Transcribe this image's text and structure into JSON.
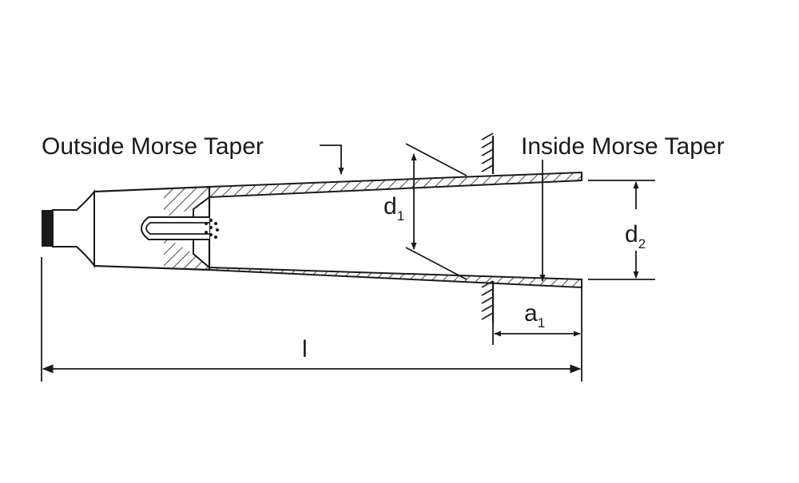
{
  "labels": {
    "outside_taper": "Outside Morse Taper",
    "inside_taper": "Inside Morse Taper"
  },
  "dimensions": {
    "d1": {
      "main": "d",
      "sub": "1"
    },
    "d2": {
      "main": "d",
      "sub": "2"
    },
    "a1": {
      "main": "a",
      "sub": "1"
    },
    "length": "l"
  },
  "colors": {
    "ink": "#1a1a1a",
    "background": "#ffffff"
  }
}
